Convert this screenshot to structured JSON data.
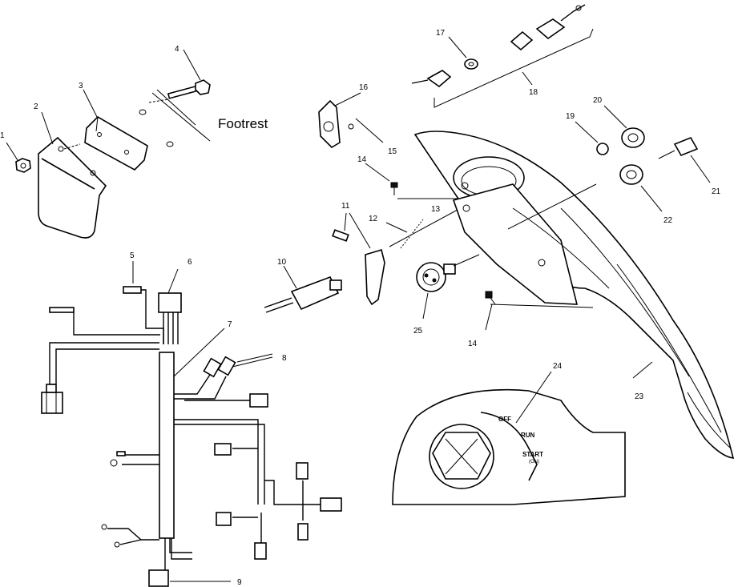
{
  "diagram": {
    "callouts": [
      "1",
      "2",
      "3",
      "4",
      "5",
      "6",
      "7",
      "8",
      "9",
      "10",
      "11",
      "12",
      "13",
      "14",
      "15",
      "16",
      "17",
      "18",
      "19",
      "20",
      "21",
      "22",
      "23",
      "24",
      "25",
      "14"
    ],
    "footrest_label": "Footrest",
    "switch_positions": {
      "off": "OFF",
      "run": "RUN",
      "start": "START",
      "start_sub": "(ON)"
    }
  }
}
